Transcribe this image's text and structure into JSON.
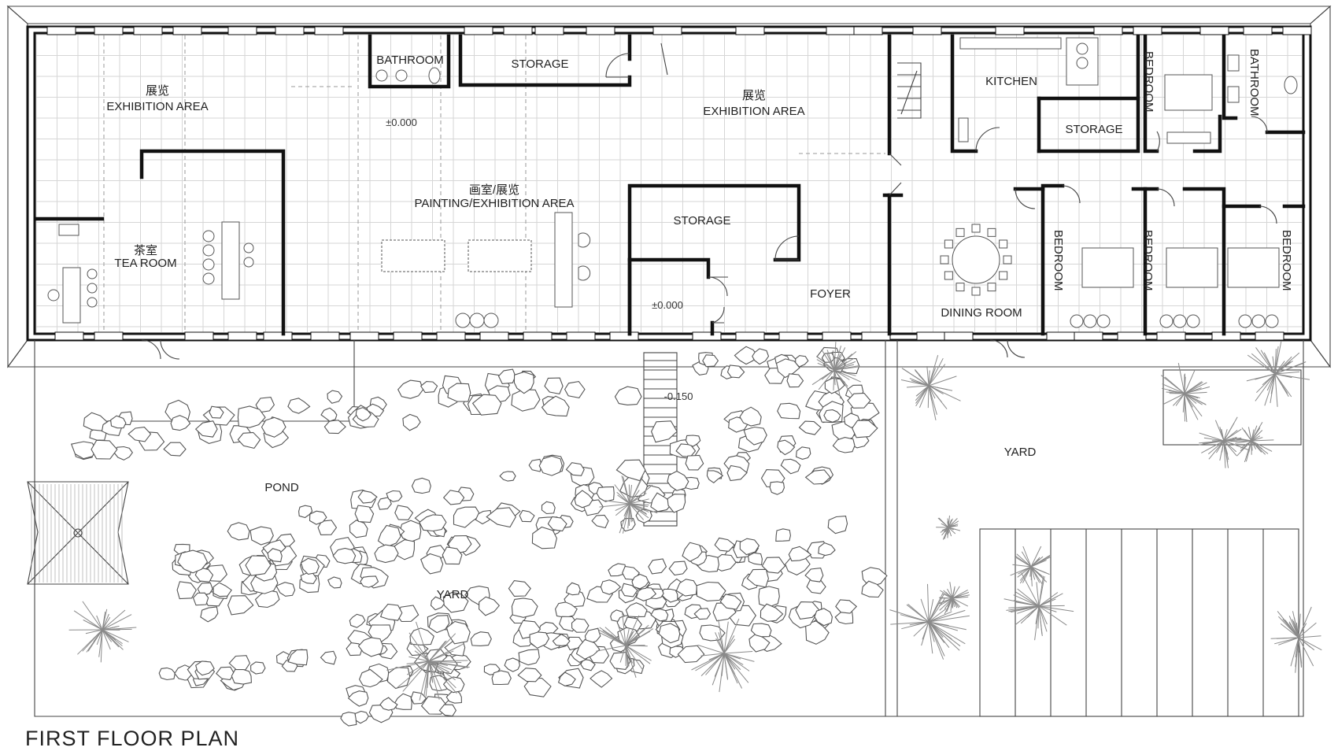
{
  "drawing": {
    "title": "FIRST  FLOOR PLAN"
  },
  "rooms": {
    "exhibition_left_cn": "展览",
    "exhibition_left": "EXHIBITION AREA",
    "bathroom_top": "BATHROOM",
    "storage_top": "STORAGE",
    "exhibition_right_cn": "展览",
    "exhibition_right": "EXHIBITION AREA",
    "kitchen": "KITCHEN",
    "storage_kitchen": "STORAGE",
    "bedroom_top": "BEDROOM",
    "bathroom_right": "BATHROOM",
    "painting_cn": "画室/展览",
    "painting": "PAINTING/EXHIBITION AREA",
    "tea_cn": "茶室",
    "tea": "TEA ROOM",
    "storage_mid": "STORAGE",
    "foyer": "FOYER",
    "dining": "DINING ROOM",
    "bedroom_1": "BEDROOM",
    "bedroom_2": "BEDROOM",
    "bedroom_3": "BEDROOM"
  },
  "levels": {
    "main": "±0.000",
    "entry": "±0.000",
    "yard": "-0.150"
  },
  "outdoor": {
    "pond": "POND",
    "yard_left": "YARD",
    "yard_right": "YARD"
  },
  "colors": {
    "wall": "#111111",
    "grid": "#d6d6d6",
    "vegetation": "#8a8a8a"
  }
}
